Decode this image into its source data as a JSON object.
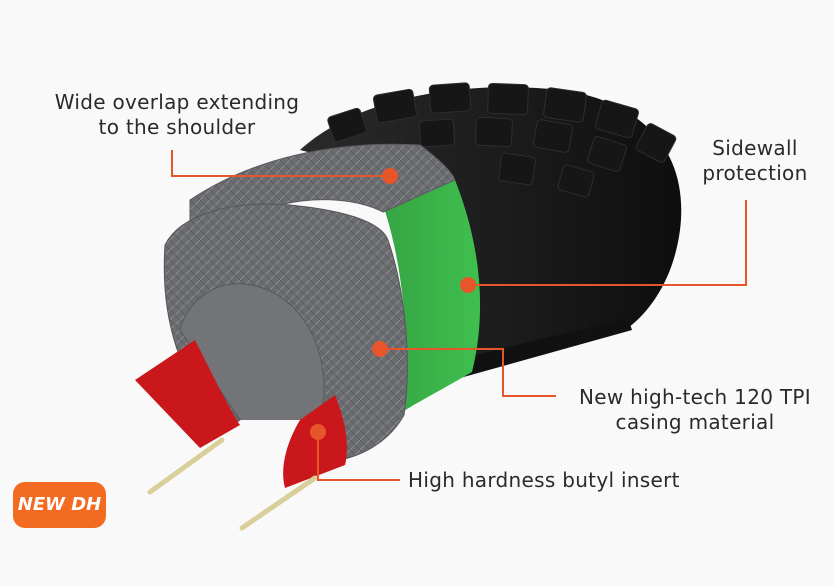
{
  "callouts": {
    "overlap": {
      "line1": "Wide overlap extending",
      "line2": "to the shoulder"
    },
    "sidewall": {
      "line1": "Sidewall",
      "line2": "protection"
    },
    "casing": {
      "line1": "New high-tech 120 TPI",
      "line2": "casing material"
    },
    "butyl": {
      "text": "High hardness butyl insert"
    }
  },
  "badge": {
    "text": "NEW DH"
  },
  "colors": {
    "accent": "#f26b21",
    "leader": "#e8552a",
    "casing": "#6f6f72",
    "sidewall": "#3cb54a",
    "insert": "#c9171c",
    "rubber": "#1e1e1e",
    "bead": "#d9cf9a"
  }
}
